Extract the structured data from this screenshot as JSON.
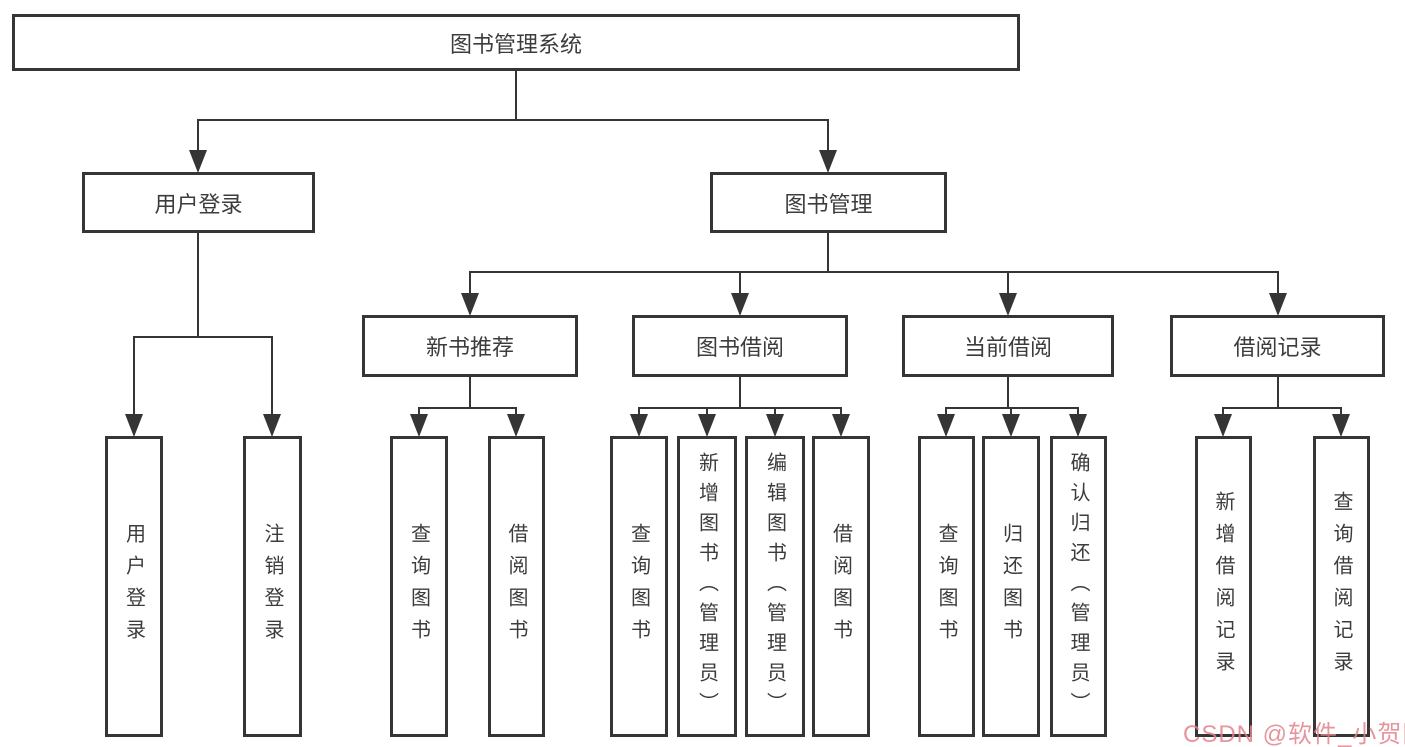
{
  "diagram": {
    "title": "图书管理系统",
    "tree": {
      "label": "图书管理系统",
      "children": [
        {
          "label": "用户登录",
          "children": [
            {
              "label": "用户登录"
            },
            {
              "label": "注销登录"
            }
          ]
        },
        {
          "label": "图书管理",
          "children": [
            {
              "label": "新书推荐",
              "children": [
                {
                  "label": "查询图书"
                },
                {
                  "label": "借阅图书"
                }
              ]
            },
            {
              "label": "图书借阅",
              "children": [
                {
                  "label": "查询图书"
                },
                {
                  "label": "新增图书（管理员）"
                },
                {
                  "label": "编辑图书（管理员）"
                },
                {
                  "label": "借阅图书"
                }
              ]
            },
            {
              "label": "当前借阅",
              "children": [
                {
                  "label": "查询图书"
                },
                {
                  "label": "归还图书"
                },
                {
                  "label": "确认归还（管理员）"
                }
              ]
            },
            {
              "label": "借阅记录",
              "children": [
                {
                  "label": "新增借阅记录"
                },
                {
                  "label": "查询借阅记录"
                }
              ]
            }
          ]
        }
      ]
    },
    "colors": {
      "line": "#353535",
      "text": "#3c3c3c",
      "watermark": "#e2828c"
    },
    "watermark": "CSDN @软件_小贺同学"
  }
}
